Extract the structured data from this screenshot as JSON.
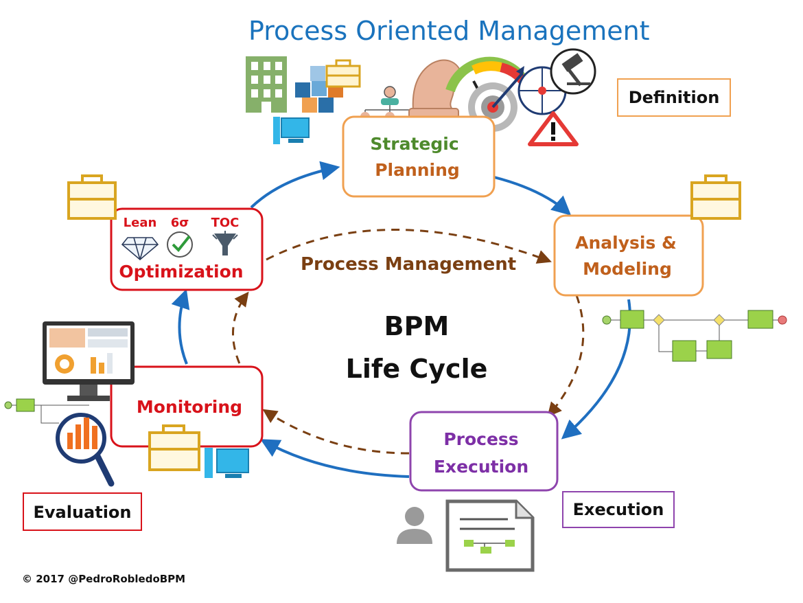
{
  "title": "Process Oriented Management",
  "center": {
    "line1": "BPM",
    "line2": "Life Cycle"
  },
  "cycle_label": "Process Management",
  "stages": {
    "strategic": {
      "line1": "Strategic",
      "line2": "Planning",
      "color1": "#4e8a2c",
      "color2": "#c0601c",
      "border": "#f0a050"
    },
    "analysis": {
      "line1": "Analysis &",
      "line2": "Modeling",
      "color": "#c0601c",
      "border": "#f0a050"
    },
    "execution": {
      "line1": "Process",
      "line2": "Execution",
      "color": "#7d2fa6",
      "border": "#8e44ad"
    },
    "monitoring": {
      "line1": "Monitoring",
      "color": "#d8121a",
      "border": "#d8121a"
    },
    "optimization": {
      "label": "Optimization",
      "color": "#d8121a",
      "border": "#d8121a",
      "methods": [
        "Lean",
        "6σ",
        "TOC"
      ]
    }
  },
  "phases": {
    "definition": {
      "label": "Definition",
      "border": "#f0a050"
    },
    "execution": {
      "label": "Execution",
      "border": "#8e44ad"
    },
    "evaluation": {
      "label": "Evaluation",
      "border": "#d8121a"
    }
  },
  "colors": {
    "blue_arrow": "#1f6fc0",
    "brown_dashed": "#7a3f12",
    "briefcase": "#d9a520"
  },
  "copyright": "© 2017 @PedroRobledoBPM"
}
